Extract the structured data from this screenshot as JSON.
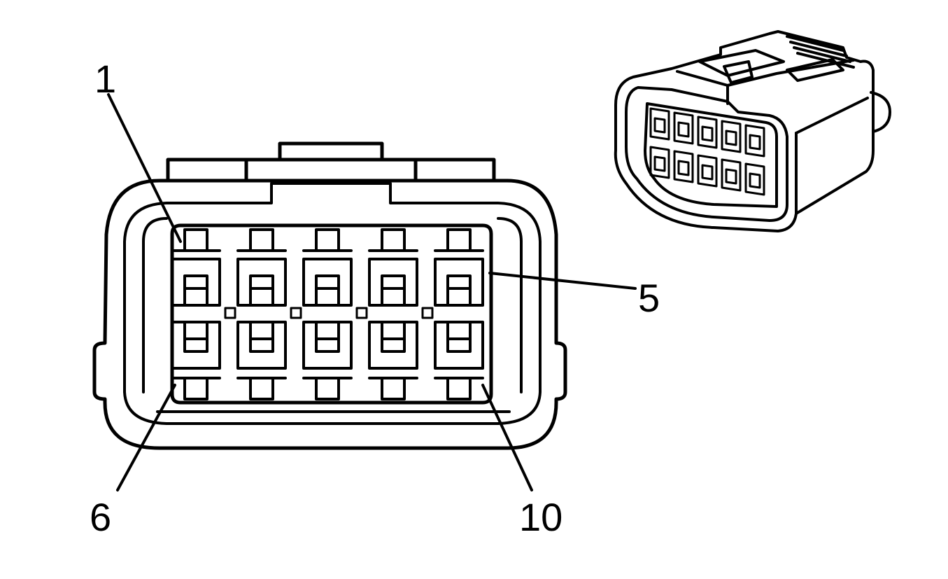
{
  "connector": {
    "rows": 2,
    "columns": 5,
    "pin_labels": {
      "pin1": "1",
      "pin5": "5",
      "pin6": "6",
      "pin10": "10"
    }
  },
  "colors": {
    "line": "#000000",
    "background": "#ffffff"
  }
}
